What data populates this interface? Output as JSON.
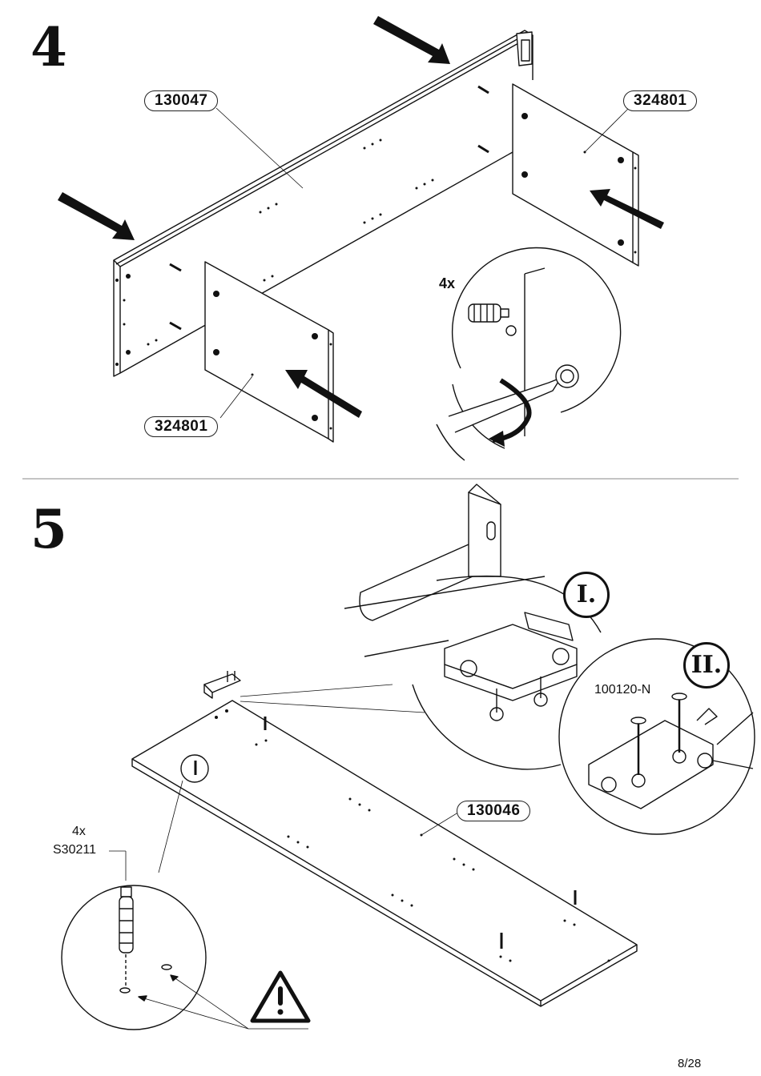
{
  "step4": {
    "number": "4",
    "labels": {
      "top_panel": "130047",
      "right_panel": "324801",
      "left_panel": "324801"
    },
    "quantity": "4x"
  },
  "step5": {
    "number": "5",
    "labels": {
      "bottom_panel": "130046",
      "fitting_code": "100120-N",
      "dowel_quantity": "4x",
      "dowel_code": "S30211"
    },
    "callouts": {
      "first": "I.",
      "second": "II."
    }
  },
  "footer": {
    "page": "8/28"
  },
  "icons": [
    "arrow-icon",
    "cam-dowel-icon",
    "screwdriver-icon",
    "hammer-icon",
    "warning-icon",
    "screw-icon",
    "hinge-plate-icon"
  ]
}
